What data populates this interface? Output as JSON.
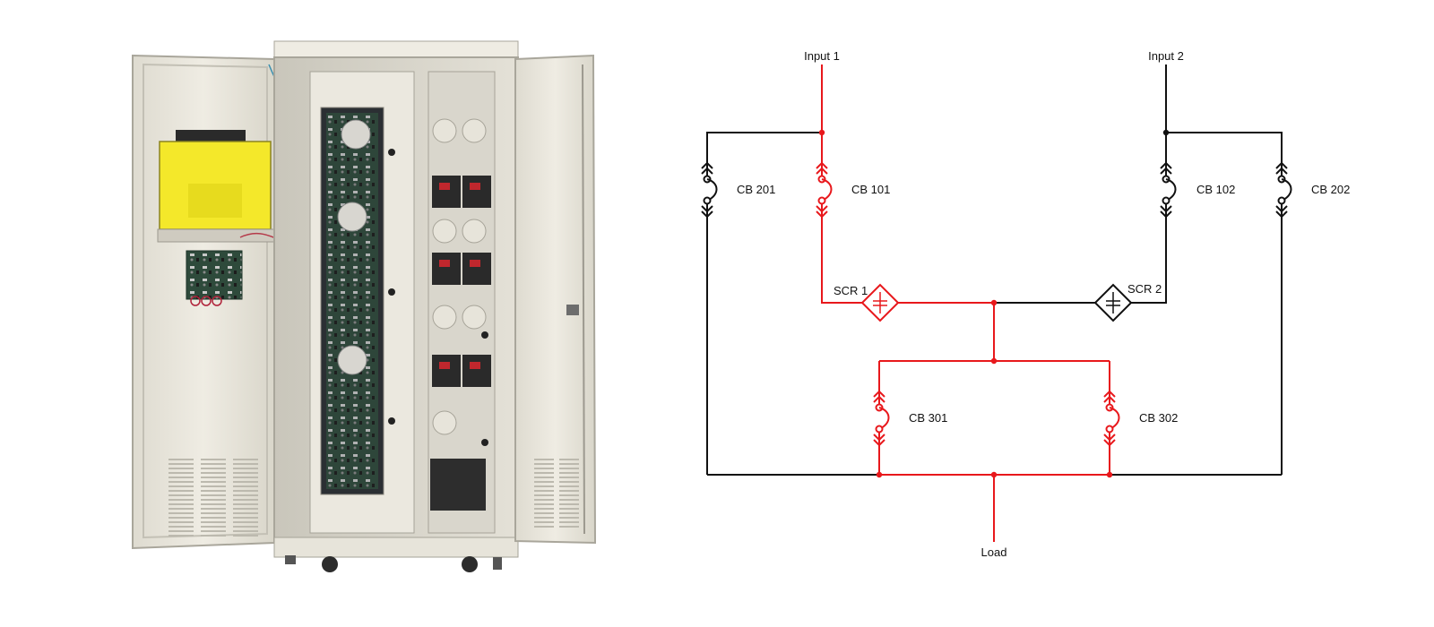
{
  "colors": {
    "active": "#e8181c",
    "inactive": "#111111",
    "enclosure": "#e9e6dc",
    "controller": "#f4e82a",
    "pcb": "#2f4b3c"
  },
  "icons": [
    "circuit-breaker-icon",
    "scr-diamond-icon",
    "junction-dot-icon",
    "vent-grille-icon",
    "caster-wheel-icon"
  ],
  "photo": {
    "subject": "open-transfer-switch-cabinet"
  },
  "schematic": {
    "input1": "Input 1",
    "input2": "Input 2",
    "load": "Load",
    "cb201": "CB 201",
    "cb101": "CB 101",
    "cb102": "CB 102",
    "cb202": "CB 202",
    "scr1": "SCR 1",
    "scr2": "SCR 2",
    "cb301": "CB 301",
    "cb302": "CB 302"
  }
}
